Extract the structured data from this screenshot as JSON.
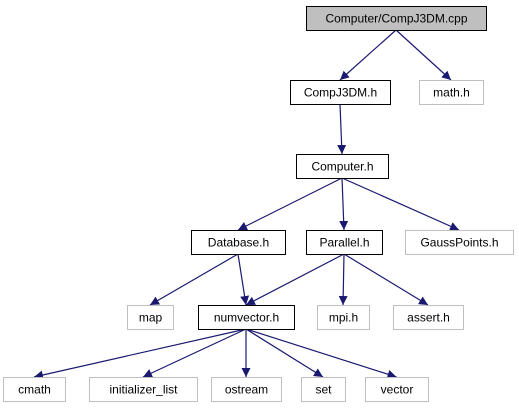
{
  "colors": {
    "edge": "#191970",
    "root_fill": "#bfbfbf",
    "documented_border": "#000000",
    "external_border": "#bfbfbf",
    "text": "#000000"
  },
  "nodes": [
    {
      "id": "comp_cpp",
      "label": "Computer/CompJ3DM.cpp",
      "kind": "root"
    },
    {
      "id": "comp_h",
      "label": "CompJ3DM.h",
      "kind": "documented"
    },
    {
      "id": "math_h",
      "label": "math.h",
      "kind": "external"
    },
    {
      "id": "computer_h",
      "label": "Computer.h",
      "kind": "documented"
    },
    {
      "id": "database_h",
      "label": "Database.h",
      "kind": "documented"
    },
    {
      "id": "parallel_h",
      "label": "Parallel.h",
      "kind": "documented"
    },
    {
      "id": "gauss_h",
      "label": "GaussPoints.h",
      "kind": "external"
    },
    {
      "id": "map",
      "label": "map",
      "kind": "external"
    },
    {
      "id": "numvector_h",
      "label": "numvector.h",
      "kind": "documented"
    },
    {
      "id": "mpi_h",
      "label": "mpi.h",
      "kind": "external"
    },
    {
      "id": "assert_h",
      "label": "assert.h",
      "kind": "external"
    },
    {
      "id": "cmath",
      "label": "cmath",
      "kind": "external"
    },
    {
      "id": "init_list",
      "label": "initializer_list",
      "kind": "external"
    },
    {
      "id": "ostream",
      "label": "ostream",
      "kind": "external"
    },
    {
      "id": "set",
      "label": "set",
      "kind": "external"
    },
    {
      "id": "vector",
      "label": "vector",
      "kind": "external"
    }
  ],
  "edges": [
    {
      "from": "comp_cpp",
      "to": "comp_h"
    },
    {
      "from": "comp_cpp",
      "to": "math_h"
    },
    {
      "from": "comp_h",
      "to": "computer_h"
    },
    {
      "from": "computer_h",
      "to": "database_h"
    },
    {
      "from": "computer_h",
      "to": "parallel_h"
    },
    {
      "from": "computer_h",
      "to": "gauss_h"
    },
    {
      "from": "database_h",
      "to": "map"
    },
    {
      "from": "database_h",
      "to": "numvector_h"
    },
    {
      "from": "parallel_h",
      "to": "numvector_h"
    },
    {
      "from": "parallel_h",
      "to": "mpi_h"
    },
    {
      "from": "parallel_h",
      "to": "assert_h"
    },
    {
      "from": "numvector_h",
      "to": "cmath"
    },
    {
      "from": "numvector_h",
      "to": "init_list"
    },
    {
      "from": "numvector_h",
      "to": "ostream"
    },
    {
      "from": "numvector_h",
      "to": "set"
    },
    {
      "from": "numvector_h",
      "to": "vector"
    }
  ]
}
